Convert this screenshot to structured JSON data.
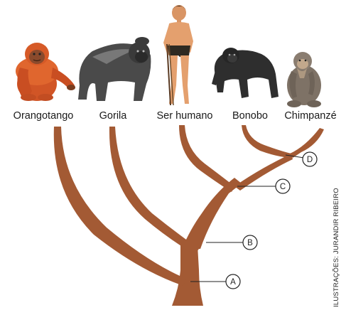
{
  "diagram": {
    "species": [
      {
        "id": "orangutan",
        "label": "Orangotango",
        "icon": "orangutan-illustration"
      },
      {
        "id": "gorilla",
        "label": "Gorila",
        "icon": "gorilla-illustration"
      },
      {
        "id": "human",
        "label": "Ser humano",
        "icon": "human-illustration"
      },
      {
        "id": "bonobo",
        "label": "Bonobo",
        "icon": "bonobo-illustration"
      },
      {
        "id": "chimpanzee",
        "label": "Chimpanzé",
        "icon": "chimpanzee-illustration"
      }
    ],
    "nodes": [
      {
        "id": "A",
        "label": "A"
      },
      {
        "id": "B",
        "label": "B"
      },
      {
        "id": "C",
        "label": "C"
      },
      {
        "id": "D",
        "label": "D"
      }
    ],
    "credit": "ILUSTRAÇÕES: JURANDIR RIBEIRO",
    "colors": {
      "branch": "#a35a34",
      "orangutan": "#d55a2a",
      "gorilla": "#4a4a4a",
      "human_skin": "#e4a06e",
      "bonobo": "#2e2e2e",
      "chimpanzee": "#8a7d70"
    }
  }
}
